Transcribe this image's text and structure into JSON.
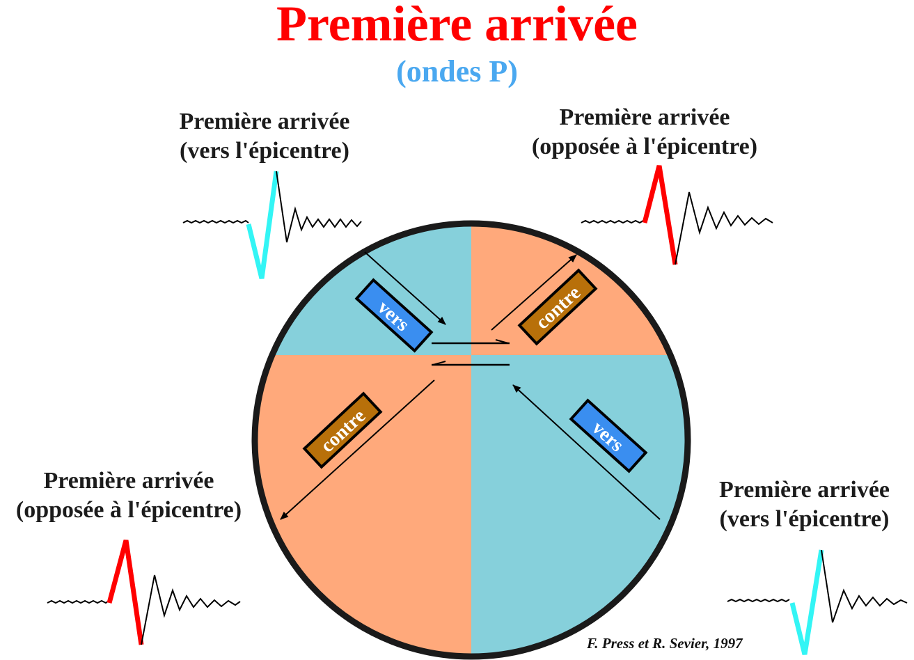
{
  "title": "Première arrivée",
  "subtitle": "(ondes P)",
  "quadrants": {
    "top_left": {
      "line1": "Première arrivée",
      "line2": "(vers l'épicentre)"
    },
    "top_right": {
      "line1": "Première arrivée",
      "line2": "(opposée à l'épicentre)"
    },
    "bottom_left": {
      "line1": "Première arrivée",
      "line2": "(opposée à l'épicentre)"
    },
    "bottom_right": {
      "line1": "Première arrivée",
      "line2": "(vers l'épicentre)"
    }
  },
  "labels": {
    "vers": "vers",
    "contre": "contre"
  },
  "credit": "F. Press et R. Sevier, 1997",
  "colors": {
    "title": "#ff0000",
    "subtitle": "#4aa8f0",
    "compression_quadrant": "#ffa97b",
    "dilatation_quadrant": "#86d0db",
    "first_motion_up": "#ff0000",
    "first_motion_down": "#33f5f5",
    "vers_box": "#3a8ef0",
    "contre_box": "#b8700a",
    "circle_border": "#1a1a1a"
  }
}
